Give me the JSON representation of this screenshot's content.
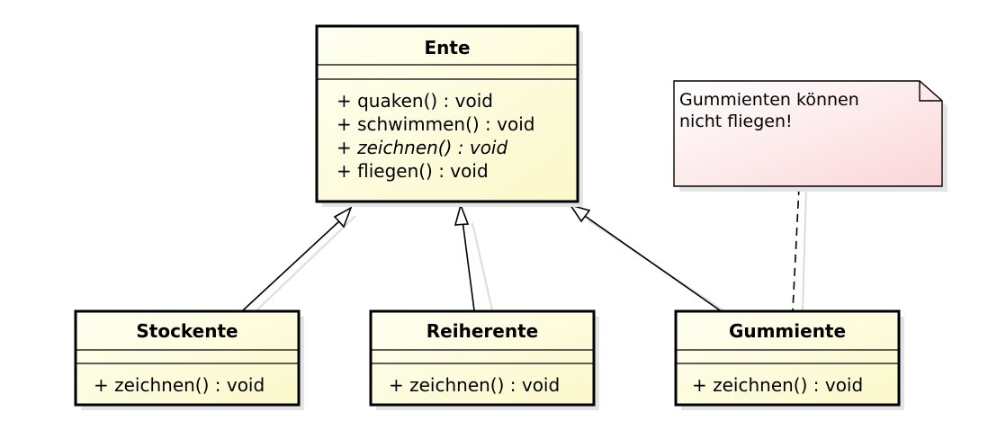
{
  "classes": {
    "ente": {
      "name": "Ente",
      "methods": [
        "+ quaken() : void",
        "+ schwimmen() : void",
        "+ zeichnen() : void",
        "+ fliegen() : void"
      ]
    },
    "stockente": {
      "name": "Stockente",
      "methods": [
        "+ zeichnen() : void"
      ]
    },
    "reiherente": {
      "name": "Reiherente",
      "methods": [
        "+ zeichnen() : void"
      ]
    },
    "gummiente": {
      "name": "Gummiente",
      "methods": [
        "+ zeichnen() : void"
      ]
    }
  },
  "note": {
    "lines": [
      "Gummienten können",
      "nicht fliegen!"
    ]
  },
  "colors": {
    "class_fill_top": "#fffff2",
    "class_fill_bottom": "#fbf8c8",
    "note_fill_top": "#ffffff",
    "note_fill_bottom": "#fbd6d8"
  }
}
